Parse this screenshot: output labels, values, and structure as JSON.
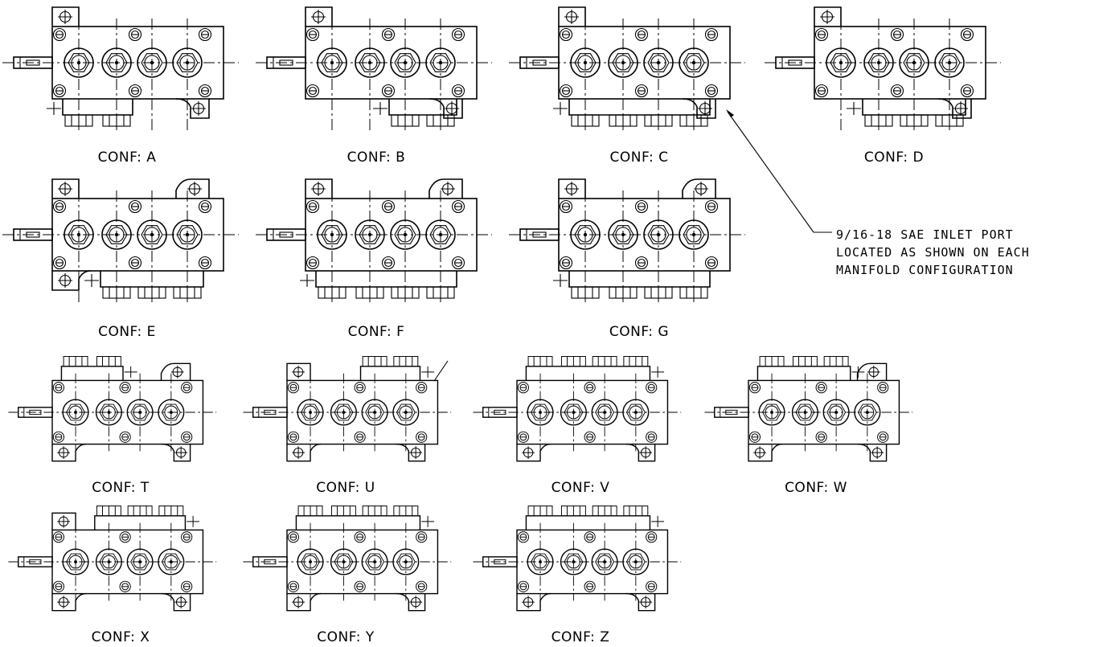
{
  "configurations": [
    {
      "label": "CONF: A",
      "style": "top",
      "boss_top": "left",
      "boss_bot": "right",
      "ports": [
        0,
        1
      ]
    },
    {
      "label": "CONF: B",
      "style": "top",
      "boss_top": "left",
      "boss_bot": "right",
      "ports": [
        2,
        3
      ]
    },
    {
      "label": "CONF: C",
      "style": "top",
      "boss_top": "left",
      "boss_bot": "right",
      "ports": [
        0,
        1,
        2,
        3
      ]
    },
    {
      "label": "CONF: D",
      "style": "top",
      "boss_top": "left",
      "boss_bot": "right",
      "ports": [
        1,
        2,
        3
      ]
    },
    {
      "label": "CONF: E",
      "style": "top",
      "boss_top": "both",
      "boss_bot": "left",
      "ports": [
        1,
        2,
        3
      ]
    },
    {
      "label": "CONF: F",
      "style": "top",
      "boss_top": "both",
      "boss_bot": "none",
      "ports": [
        0,
        1,
        2,
        3
      ]
    },
    {
      "label": "CONF: G",
      "style": "top",
      "boss_top": "both",
      "boss_bot": "none",
      "ports": [
        0,
        1,
        2,
        3
      ]
    },
    {
      "label": "CONF: T",
      "style": "bottom",
      "boss_top": "right",
      "boss_bot": "both",
      "ports": [
        0,
        1
      ]
    },
    {
      "label": "CONF: U",
      "style": "bottom",
      "boss_top": "left",
      "boss_bot": "both",
      "ports": [
        2,
        3
      ]
    },
    {
      "label": "CONF: V",
      "style": "bottom",
      "boss_top": "none",
      "boss_bot": "both",
      "ports": [
        0,
        1,
        2,
        3
      ]
    },
    {
      "label": "CONF: W",
      "style": "bottom",
      "boss_top": "right",
      "boss_bot": "both",
      "ports": [
        0,
        1,
        2
      ]
    },
    {
      "label": "CONF: X",
      "style": "bottom",
      "boss_top": "left",
      "boss_bot": "both",
      "ports": [
        1,
        2,
        3
      ]
    },
    {
      "label": "CONF: Y",
      "style": "bottom",
      "boss_top": "none",
      "boss_bot": "both",
      "ports": [
        0,
        1,
        2,
        3
      ]
    },
    {
      "label": "CONF: Z",
      "style": "bottom",
      "boss_top": "none",
      "boss_bot": "both",
      "ports": [
        0,
        1,
        2,
        3
      ]
    }
  ],
  "note": {
    "lines": [
      "9/16-18 SAE INLET PORT",
      "LOCATED AS SHOWN ON EACH",
      "MANIFOLD CONFIGURATION"
    ]
  }
}
